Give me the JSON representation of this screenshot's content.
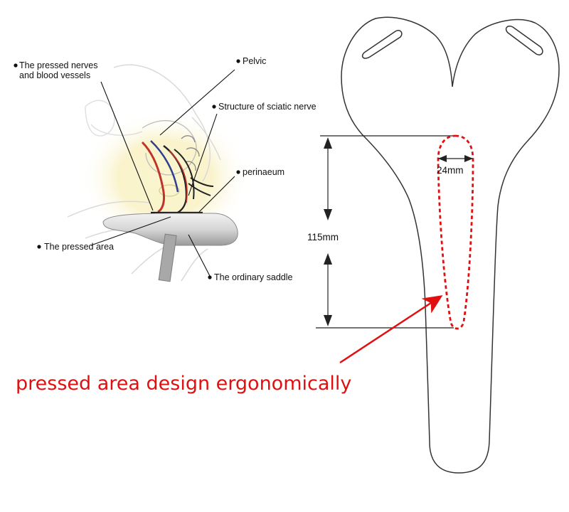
{
  "anatomy_labels": {
    "pressed_nerves_line1": "The pressed nerves",
    "pressed_nerves_line2": "and blood vessels",
    "pelvic": "Pelvic",
    "sciatic": "Structure of sciatic nerve",
    "perinaeum": "perinaeum",
    "pressed_area": "The pressed  area",
    "ordinary_saddle": "The ordinary saddle"
  },
  "dimensions": {
    "width": "24mm",
    "length": "115mm"
  },
  "headline": "pressed area design ergonomically",
  "colors": {
    "accent_red": "#e01010",
    "outline": "#333333",
    "glow": "#f7efb4",
    "vessel_red": "#c0332b",
    "vessel_blue": "#2f3f8f"
  }
}
